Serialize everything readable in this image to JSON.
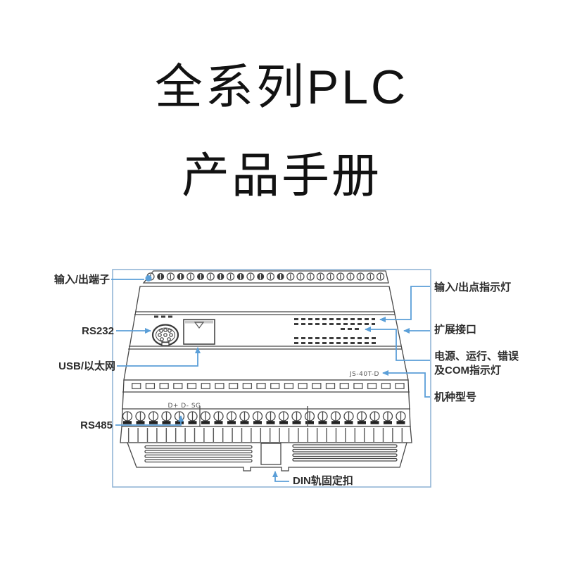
{
  "page": {
    "title_line1": "全系列PLC",
    "title_line2": "产品手册"
  },
  "figure": {
    "frame_color": "#92b5d6",
    "callout_color": "#5b9fd8",
    "drawing_color": "#474747",
    "callouts_left": {
      "io_terminals": "输入/出端子",
      "rs232": "RS232",
      "usb_ethernet": "USB/以太网",
      "rs485": "RS485"
    },
    "callouts_right": {
      "io_indicators": "输入/出点指示灯",
      "expansion_port": "扩展接口",
      "power_indicators_line1": "电源、运行、错误",
      "power_indicators_line2": "及COM指示灯",
      "model": "机种型号"
    },
    "callout_bottom": {
      "din_clip": "DIN轨固定扣"
    },
    "device_texts": {
      "model_number": "JS-40T-D",
      "rs485_pins": "D+ D- SG"
    }
  }
}
